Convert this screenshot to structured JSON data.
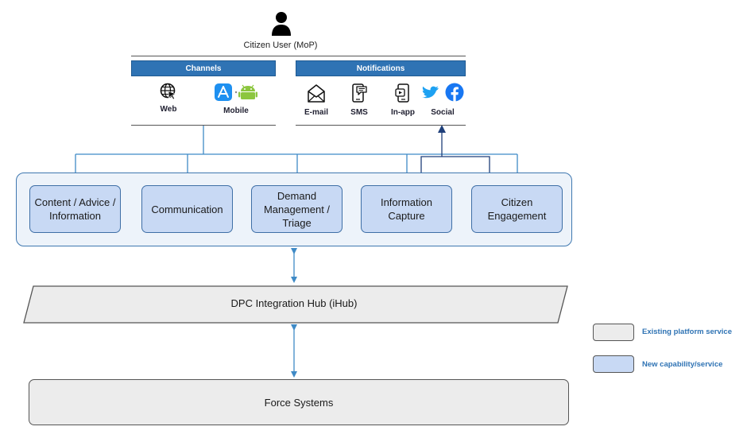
{
  "user": {
    "label": "Citizen User (MoP)",
    "icon": "person-icon"
  },
  "channels": {
    "header": "Channels",
    "items": [
      {
        "label": "Web",
        "icon": "globe-cursor-icon"
      },
      {
        "label": "Mobile",
        "icon": "app-store-android-icon"
      }
    ]
  },
  "notifications": {
    "header": "Notifications",
    "items": [
      {
        "label": "E-mail",
        "icon": "envelope-icon"
      },
      {
        "label": "SMS",
        "icon": "sms-phone-icon"
      },
      {
        "label": "In-app",
        "icon": "in-app-phone-icon"
      },
      {
        "label": "Social",
        "icon": "twitter-facebook-icon"
      }
    ]
  },
  "capabilities": [
    "Content / Advice / Information",
    "Communication",
    "Demand Management / Triage",
    "Information Capture",
    "Citizen Engagement"
  ],
  "hub": {
    "label": "DPC Integration Hub (iHub)"
  },
  "force": {
    "label": "Force Systems"
  },
  "legend": [
    {
      "label": "Existing platform service",
      "color": "#ececec"
    },
    {
      "label": "New capability/service",
      "color": "#c8d9f4"
    }
  ],
  "colors": {
    "header_blue": "#2f73b4",
    "connector_blue": "#3f8ac6",
    "social_arrow_navy": "#1f3f7a",
    "capability_fill": "#c8d9f4",
    "zone_fill": "#edf3fa",
    "existing_fill": "#ececec"
  }
}
